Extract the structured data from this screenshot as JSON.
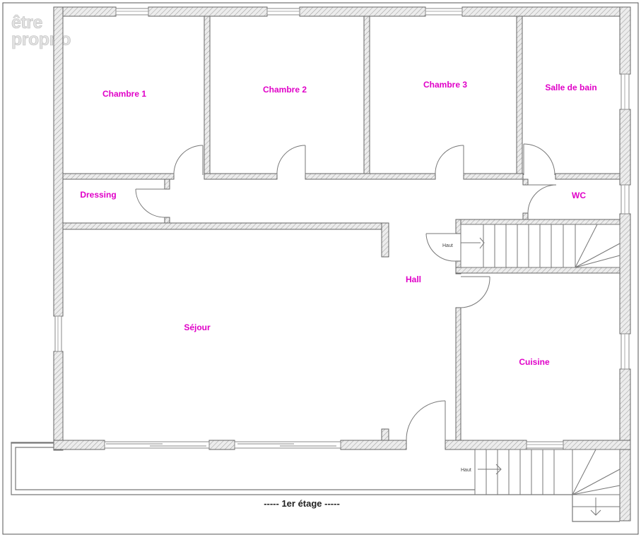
{
  "logo": {
    "line1": "être",
    "line2": "proprio"
  },
  "rooms": [
    {
      "id": "chambre-1",
      "label": "Chambre 1"
    },
    {
      "id": "chambre-2",
      "label": "Chambre 2"
    },
    {
      "id": "chambre-3",
      "label": "Chambre 3"
    },
    {
      "id": "salle-de-bain",
      "label": "Salle de bain"
    },
    {
      "id": "dressing",
      "label": "Dressing"
    },
    {
      "id": "wc",
      "label": "WC"
    },
    {
      "id": "hall",
      "label": "Hall"
    },
    {
      "id": "sejour",
      "label": "Séjour"
    },
    {
      "id": "cuisine",
      "label": "Cuisine"
    }
  ],
  "stairs": {
    "label_upper": "Haut",
    "label_lower": "Haut"
  },
  "floor_caption": "----- 1er étage -----",
  "colors": {
    "label": "#e000c8",
    "wall_stroke": "#666666"
  }
}
